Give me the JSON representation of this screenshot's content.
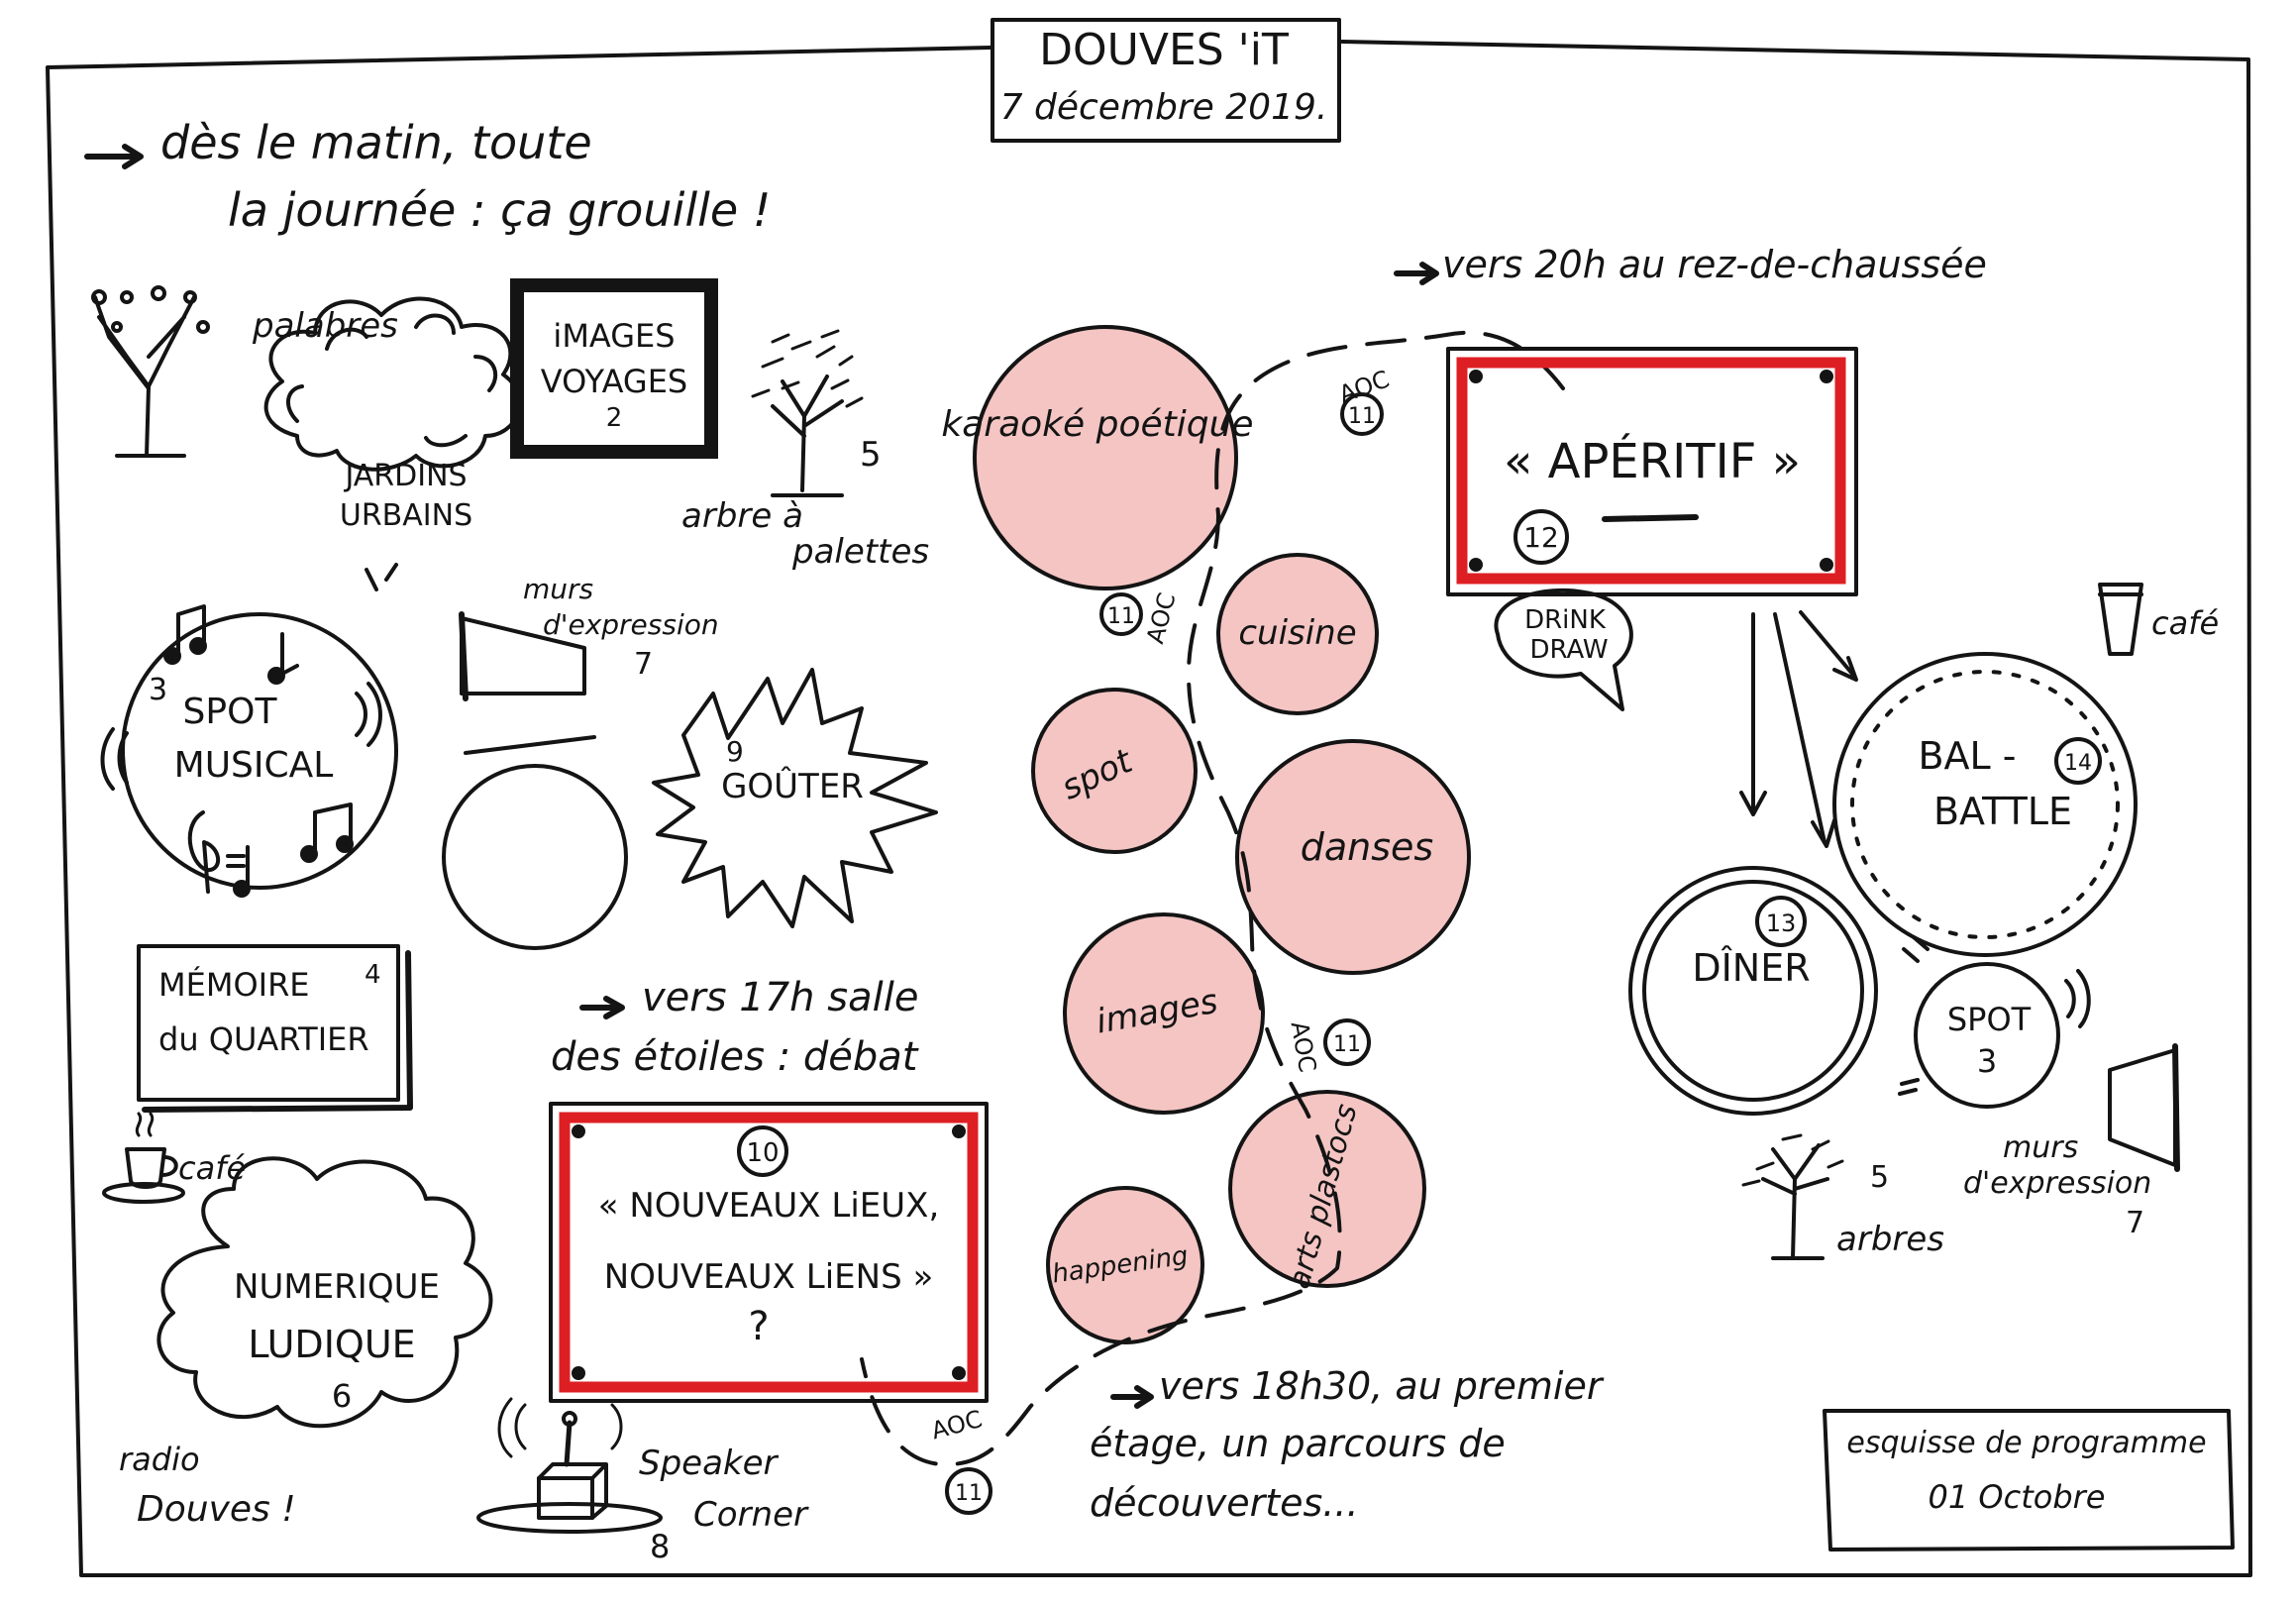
{
  "title": {
    "line1": "DOUVES 'iT",
    "line2": "7 décembre 2019."
  },
  "intro": {
    "line1": "dès le matin, toute",
    "line2": "la journée : ça grouille !"
  },
  "evening_note": "vers 20h au rez-de-chaussée",
  "afternoon_note": {
    "line1": "vers 17h salle",
    "line2": "des étoiles : débat"
  },
  "route_note": {
    "line1": "vers 18h30, au premier",
    "line2": "étage, un parcours de",
    "line3": "découvertes..."
  },
  "sketch_note": {
    "line1": "esquisse de programme",
    "line2": "01 Octobre"
  },
  "left_zone": {
    "palabres": "palabres",
    "jardins": {
      "line1": "JARDINS",
      "line2": "URBAINS"
    },
    "images_voyages": {
      "line1": "iMAGES",
      "line2": "VOYAGES",
      "num": "2"
    },
    "arbre_palettes": {
      "num": "5",
      "line1": "arbre à",
      "line2": "palettes"
    },
    "murs": {
      "line1": "murs",
      "line2": "d'expression",
      "num": "7"
    },
    "spot_musical": {
      "num": "3",
      "line1": "SPOT",
      "line2": "MUSICAL"
    },
    "gouter": {
      "num": "9",
      "label": "GOÛTER"
    },
    "memoire": {
      "line1": "MÉMOIRE",
      "line2": "du QUARTIER",
      "num": "4"
    },
    "cafe": "café",
    "numerique": {
      "line1": "NUMERIQUE",
      "line2": "LUDIQUE",
      "num": "6"
    },
    "radio": {
      "line1": "radio",
      "line2": "Douves !"
    },
    "speaker": {
      "line1": "Speaker",
      "line2": "Corner",
      "num": "8"
    }
  },
  "debate": {
    "num": "10",
    "line1": "« NOUVEAUX LiEUX,",
    "line2": "NOUVEAUX LiENS »",
    "line3": "?"
  },
  "path": {
    "aoc_label": "AOC",
    "aoc_num": "11",
    "stations": [
      "karaoké poétique",
      "cuisine",
      "spot",
      "danses",
      "images",
      "arts plastocs",
      "happening"
    ]
  },
  "right_zone": {
    "aperitif": {
      "label": "« APÉRITIF »",
      "num": "12"
    },
    "drink": {
      "line1": "DRiNK",
      "line2": "DRAW"
    },
    "cafe": "café",
    "bal": {
      "line1": "BAL -",
      "num": "14",
      "line2": "BATTLE"
    },
    "diner": {
      "num": "13",
      "label": "DÎNER"
    },
    "spot3": {
      "line1": "SPOT",
      "line2": "3"
    },
    "arbres": {
      "num": "5",
      "label": "arbres"
    },
    "murs": {
      "line1": "murs",
      "line2": "d'expression",
      "num": "7"
    }
  },
  "colors": {
    "ink": "#141414",
    "pink": "#f4c5c3",
    "red": "#dd1f24",
    "paper": "#ffffff"
  }
}
